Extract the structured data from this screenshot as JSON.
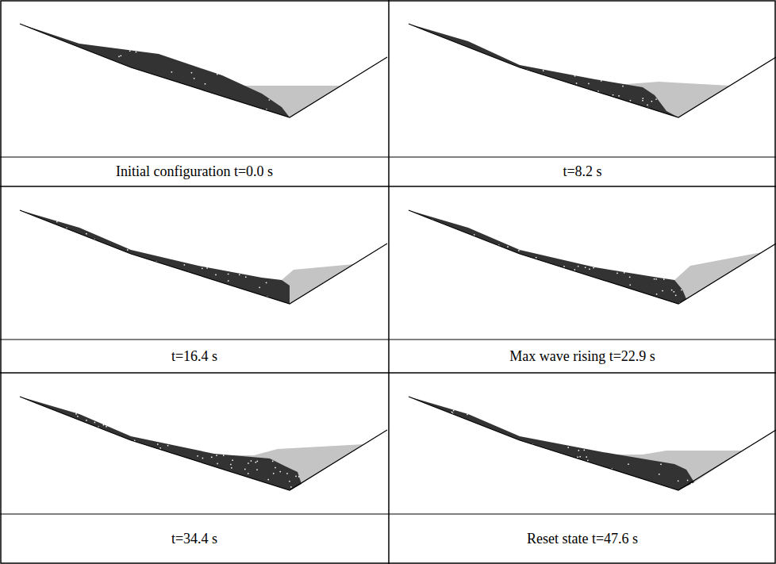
{
  "diagram": {
    "labels": [
      "Initial configuration t=0.0 s",
      "t=8.2 s",
      "t=16.4 s",
      "Max wave rising t=22.9 s",
      "t=34.4 s",
      "Reset state t=47.6 s"
    ]
  }
}
